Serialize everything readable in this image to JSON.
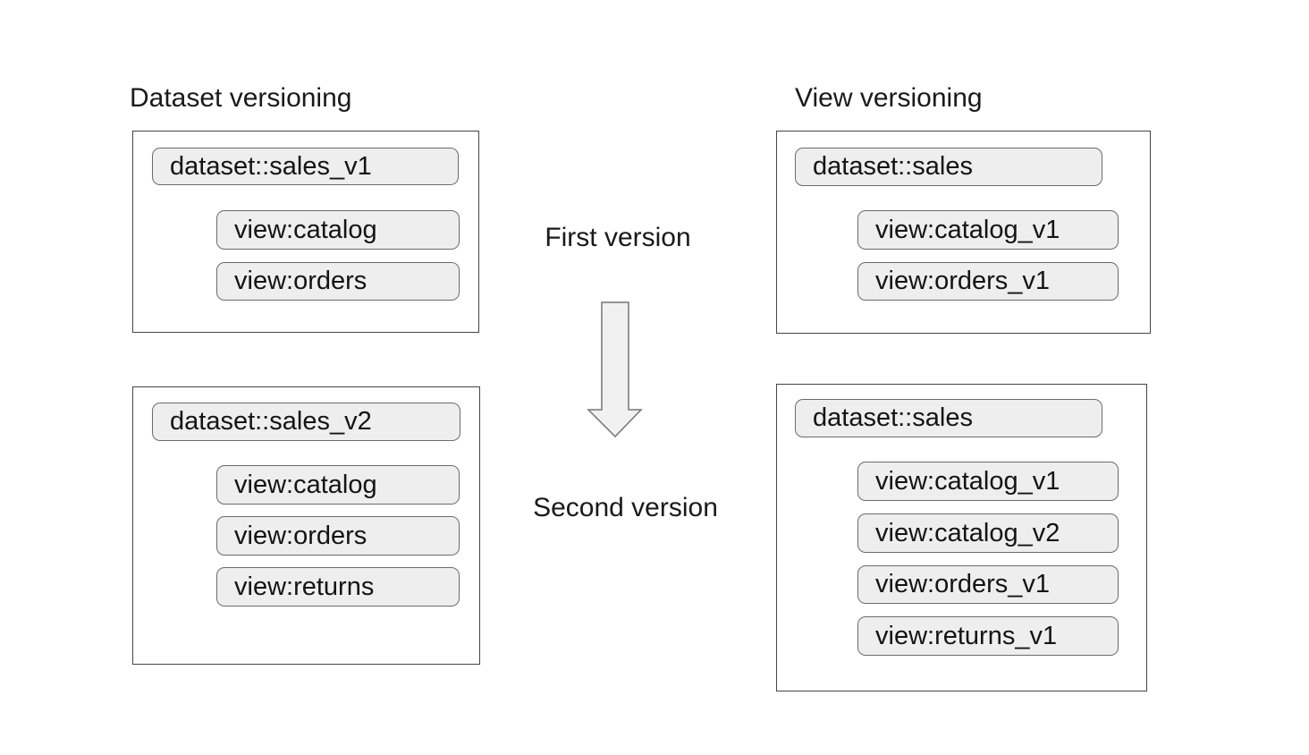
{
  "diagram": {
    "left": {
      "title": "Dataset versioning",
      "boxes": [
        {
          "pills": [
            "dataset::sales_v1",
            "view:catalog",
            "view:orders"
          ]
        },
        {
          "pills": [
            "dataset::sales_v2",
            "view:catalog",
            "view:orders",
            "view:returns"
          ]
        }
      ]
    },
    "right": {
      "title": "View versioning",
      "boxes": [
        {
          "pills": [
            "dataset::sales",
            "view:catalog_v1",
            "view:orders_v1"
          ]
        },
        {
          "pills": [
            "dataset::sales",
            "view:catalog_v1",
            "view:catalog_v2",
            "view:orders_v1",
            "view:returns_v1"
          ]
        }
      ]
    },
    "middle": {
      "first_label": "First version",
      "second_label": "Second version",
      "arrow_icon": "down-arrow-icon"
    },
    "colors": {
      "background": "#ffffff",
      "pill_fill": "#eeeeee",
      "pill_border": "#6b6b6b",
      "box_border": "#454545",
      "arrow_fill": "#f1f1f1",
      "arrow_stroke": "#757575",
      "text": "#1a1a1a"
    }
  }
}
